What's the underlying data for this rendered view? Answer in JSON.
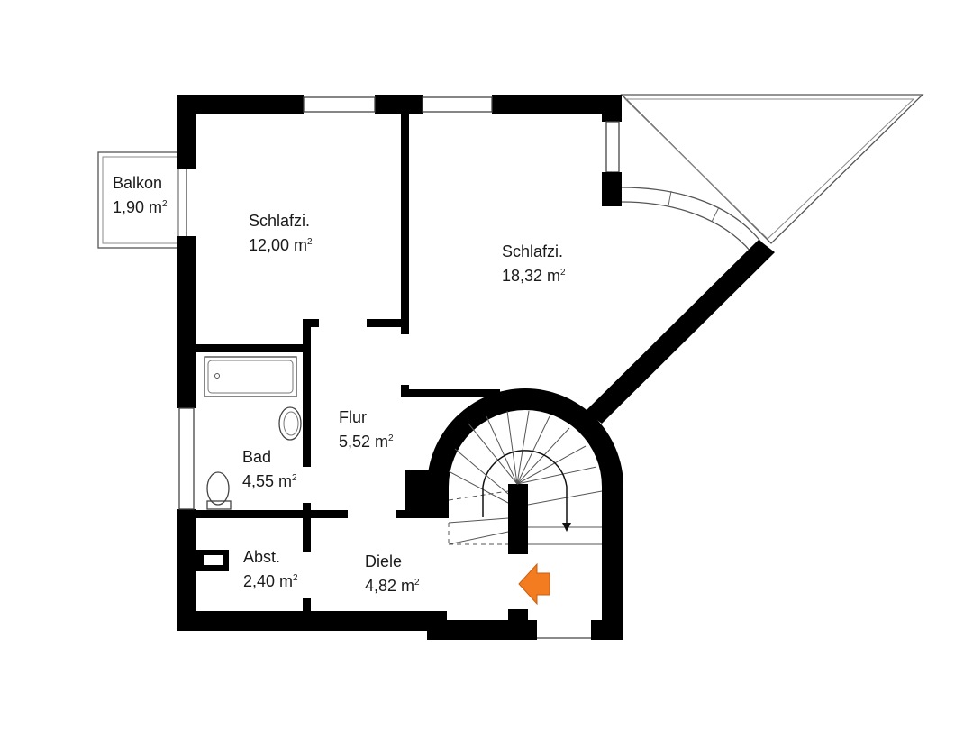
{
  "rooms": {
    "balkon": {
      "name": "Balkon",
      "area": "1,90 m",
      "unit_exp": "2"
    },
    "schlafzimmer_1": {
      "name": "Schlafzi.",
      "area": "12,00 m",
      "unit_exp": "2"
    },
    "schlafzimmer_2": {
      "name": "Schlafzi.",
      "area": "18,32 m",
      "unit_exp": "2"
    },
    "flur": {
      "name": "Flur",
      "area": "5,52 m",
      "unit_exp": "2"
    },
    "bad": {
      "name": "Bad",
      "area": "4,55 m",
      "unit_exp": "2"
    },
    "abstellraum": {
      "name": "Abst.",
      "area": "2,40 m",
      "unit_exp": "2"
    },
    "diele": {
      "name": "Diele",
      "area": "4,82 m",
      "unit_exp": "2"
    }
  },
  "colors": {
    "wall": "#000000",
    "entrance_arrow": "#f47c20",
    "background": "#ffffff"
  }
}
